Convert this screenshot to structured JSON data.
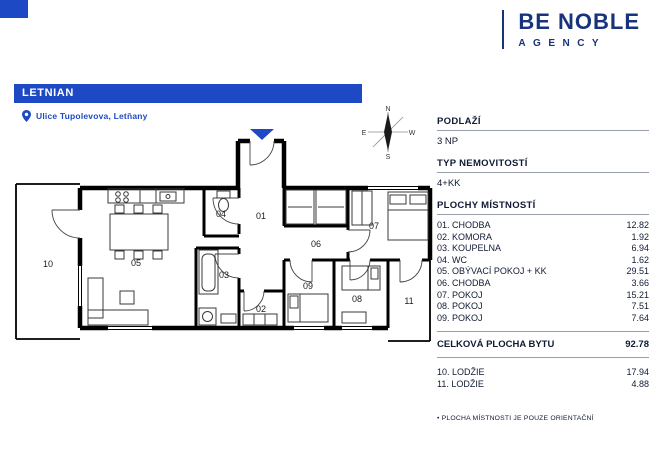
{
  "brand": {
    "name": "BE NOBLE",
    "subtitle": "AGENCY",
    "navy": "#17337c",
    "blue": "#1d49c5"
  },
  "header": {
    "project": "LETNIAN",
    "address": "Ulice Tupolevova, Letňany"
  },
  "compass": {
    "north": "N",
    "east": "E",
    "south": "S",
    "west": "W"
  },
  "plan": {
    "entrance_color": "#1d49c5",
    "room_labels": [
      "01",
      "02",
      "03",
      "04",
      "05",
      "06",
      "07",
      "08",
      "09",
      "10",
      "11"
    ]
  },
  "details": {
    "floor_label": "PODLAŽÍ",
    "floor_value": "3 NP",
    "type_label": "TYP NEMOVITOSTÍ",
    "type_value": "4+KK",
    "areas_label": "PLOCHY MÍSTNOSTÍ",
    "rooms": [
      {
        "name": "01. CHODBA",
        "area": "12.82"
      },
      {
        "name": "02. KOMORA",
        "area": "1.92"
      },
      {
        "name": "03. KOUPELNA",
        "area": "6.94"
      },
      {
        "name": "04. WC",
        "area": "1.62"
      },
      {
        "name": "05. OBÝVACÍ POKOJ + KK",
        "area": "29.51"
      },
      {
        "name": "06. CHODBA",
        "area": "3.66"
      },
      {
        "name": "07. POKOJ",
        "area": "15.21"
      },
      {
        "name": "08. POKOJ",
        "area": "7.51"
      },
      {
        "name": "09. POKOJ",
        "area": "7.64"
      }
    ],
    "total_label": "CELKOVÁ PLOCHA BYTU",
    "total_value": "92.78",
    "extras": [
      {
        "name": "10. LODŽIE",
        "area": "17.94"
      },
      {
        "name": "11. LODŽIE",
        "area": "4.88"
      }
    ],
    "note": "• PLOCHA MÍSTNOSTI JE POUZE ORIENTAČNÍ"
  }
}
